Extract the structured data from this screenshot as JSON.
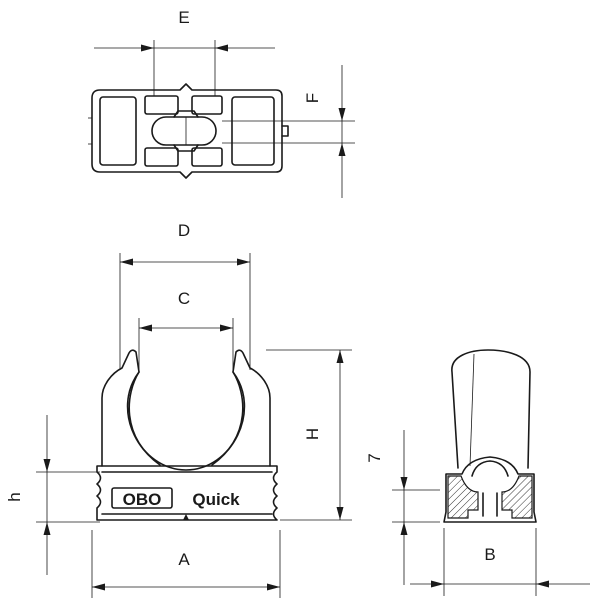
{
  "dimensions": {
    "A": "A",
    "B": "B",
    "C": "C",
    "D": "D",
    "E": "E",
    "F": "F",
    "H": "H",
    "h": "h",
    "seven": "7"
  },
  "logo": {
    "brand": "OBO",
    "product": "Quick"
  }
}
